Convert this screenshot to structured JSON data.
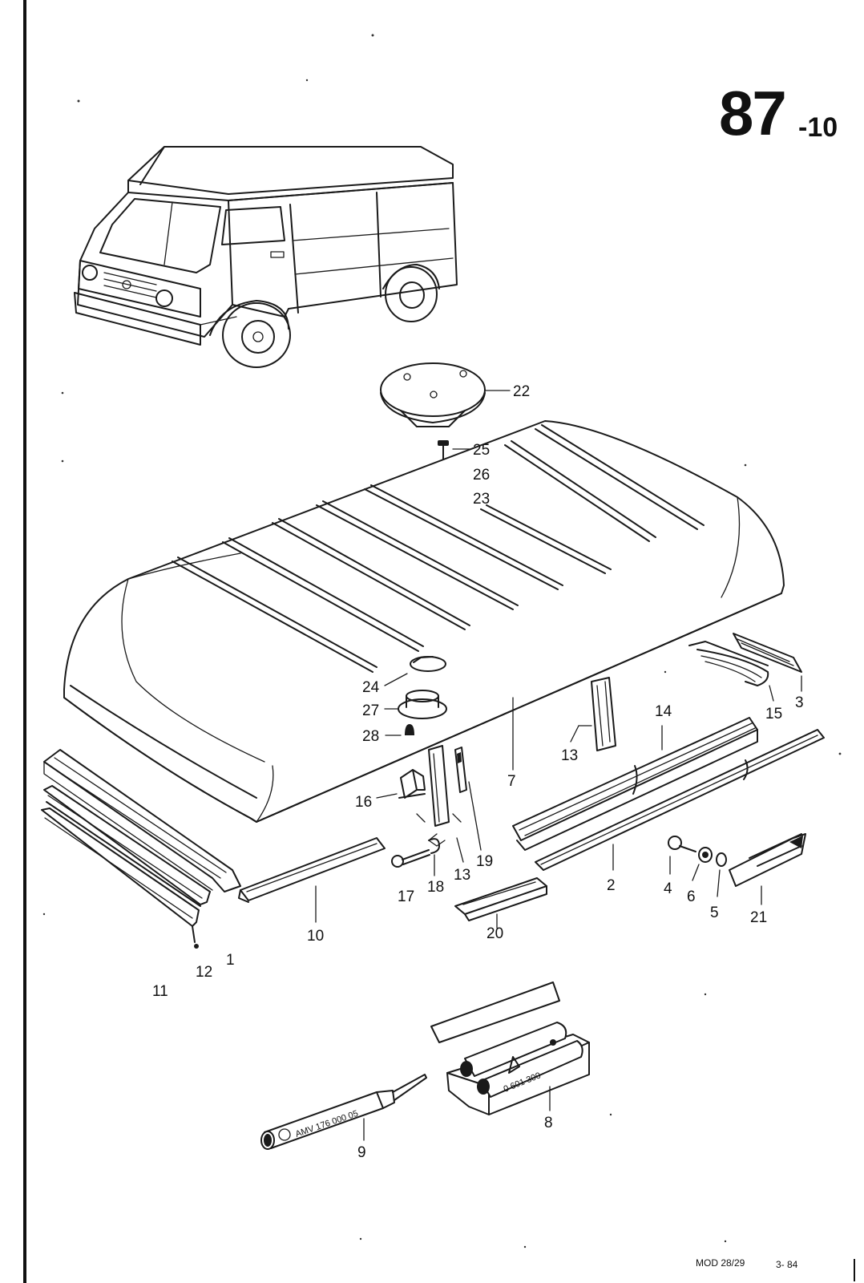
{
  "page": {
    "number": "87",
    "sub": "-10"
  },
  "footer": {
    "model": "MOD 28/29",
    "date": "3- 84"
  },
  "tube_text": "AMV 176 000 05",
  "box_text": "0 601 300",
  "part_labels": [
    {
      "id": "22",
      "text": "22"
    },
    {
      "id": "25",
      "text": "25"
    },
    {
      "id": "26",
      "text": "26"
    },
    {
      "id": "23",
      "text": "23"
    },
    {
      "id": "24",
      "text": "24"
    },
    {
      "id": "27",
      "text": "27"
    },
    {
      "id": "28",
      "text": "28"
    },
    {
      "id": "7",
      "text": "7"
    },
    {
      "id": "13a",
      "text": "13"
    },
    {
      "id": "14",
      "text": "14"
    },
    {
      "id": "15",
      "text": "15"
    },
    {
      "id": "3",
      "text": "3"
    },
    {
      "id": "16",
      "text": "16"
    },
    {
      "id": "19",
      "text": "19"
    },
    {
      "id": "13b",
      "text": "13"
    },
    {
      "id": "18",
      "text": "18"
    },
    {
      "id": "17",
      "text": "17"
    },
    {
      "id": "2",
      "text": "2"
    },
    {
      "id": "4",
      "text": "4"
    },
    {
      "id": "6",
      "text": "6"
    },
    {
      "id": "5",
      "text": "5"
    },
    {
      "id": "21",
      "text": "21"
    },
    {
      "id": "10",
      "text": "10"
    },
    {
      "id": "20",
      "text": "20"
    },
    {
      "id": "12",
      "text": "12"
    },
    {
      "id": "1",
      "text": "1"
    },
    {
      "id": "11",
      "text": "11"
    },
    {
      "id": "8",
      "text": "8"
    },
    {
      "id": "9",
      "text": "9"
    }
  ]
}
